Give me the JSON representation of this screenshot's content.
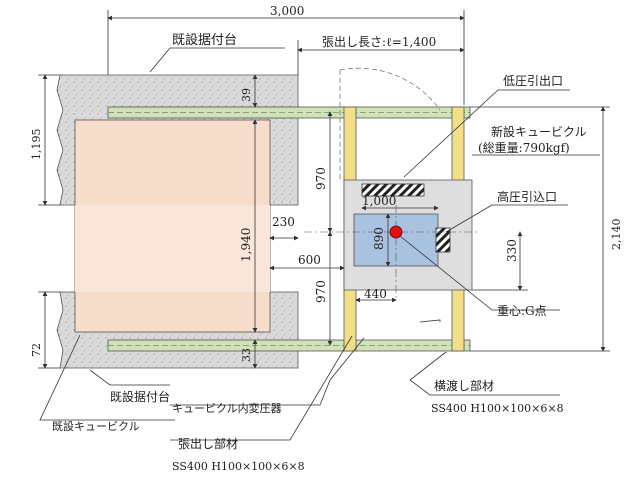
{
  "labels": {
    "existing_base_top": "既設据付台",
    "overhang_length": "張出し長さ:ℓ=1,400",
    "low_voltage_outlet": "低圧引出口",
    "new_cubicle": "新設キュービクル",
    "total_weight": "(総重量:790kgf)",
    "high_voltage_inlet": "高圧引込口",
    "center_of_gravity": "重心:G点",
    "cross_member": "横渡し部材",
    "cross_member_spec": "SS400 H100×100×6×8",
    "existing_base_bottom": "既設据付台",
    "transformer": "キュービクル内変圧器",
    "existing_cubicle": "既設キュービクル",
    "overhang_member": "張出し部材",
    "overhang_member_spec": "SS400 H100×100×6×8"
  },
  "dimensions": {
    "total_width": "3,000",
    "left_height": "1,195",
    "right_height": "2,140",
    "bottom_left": "72",
    "d39": "39",
    "d33": "33",
    "d1940": "1,940",
    "d230": "230",
    "d970a": "970",
    "d970b": "970",
    "d600": "600",
    "d1000": "1,000",
    "d890": "890",
    "d330": "330",
    "d440": "440"
  },
  "colors": {
    "concrete": "#d9d9d9",
    "existing_cubicle": "#f6d9c6",
    "new_cubicle": "#a9c2e0",
    "steel_member": "#f2df88",
    "cross_member": "#cfe3b6",
    "cog_marker": "#e01010"
  }
}
